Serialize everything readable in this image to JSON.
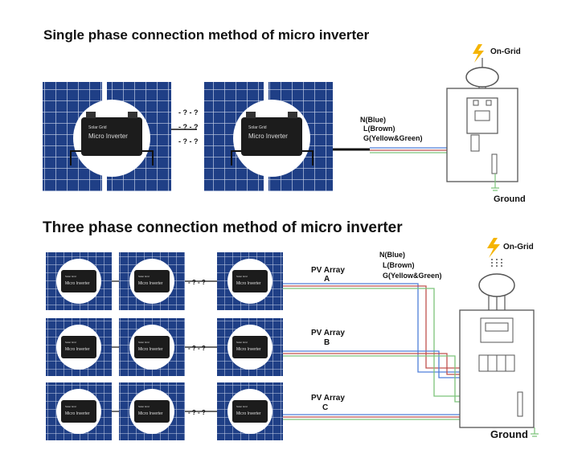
{
  "single_phase": {
    "title": "Single phase connection method of micro inverter",
    "inverter_brand": "Solar Grid",
    "inverter_label": "Micro Inverter",
    "wires": {
      "n": "N(Blue)",
      "l": "L(Brown)",
      "g": "G(Yellow&Green)"
    },
    "on_grid": "On-Grid",
    "ground": "Ground",
    "link_symbol": "- ? - ?"
  },
  "three_phase": {
    "title": "Three phase connection method of   micro inverter",
    "inverter_brand": "Solar Grid",
    "inverter_label": "Micro Inverter",
    "wires": {
      "n": "N(Blue)",
      "l": "L(Brown)",
      "g": "G(Yellow&Green)"
    },
    "arrays": [
      {
        "label": "PV Array",
        "letter": "A"
      },
      {
        "label": "PV Array",
        "letter": "B"
      },
      {
        "label": "PV Array",
        "letter": "C"
      }
    ],
    "on_grid": "On-Grid",
    "ground": "Ground",
    "link_symbol": "- ? - ?"
  },
  "colors": {
    "panel": "#1f3f86",
    "panel_grid": "#c9d3ea",
    "wire_blue": "#4f7fd9",
    "wire_brown": "#c0504d",
    "wire_green": "#7cc37a",
    "bolt": "#f5b400",
    "box_stroke": "#555555"
  }
}
